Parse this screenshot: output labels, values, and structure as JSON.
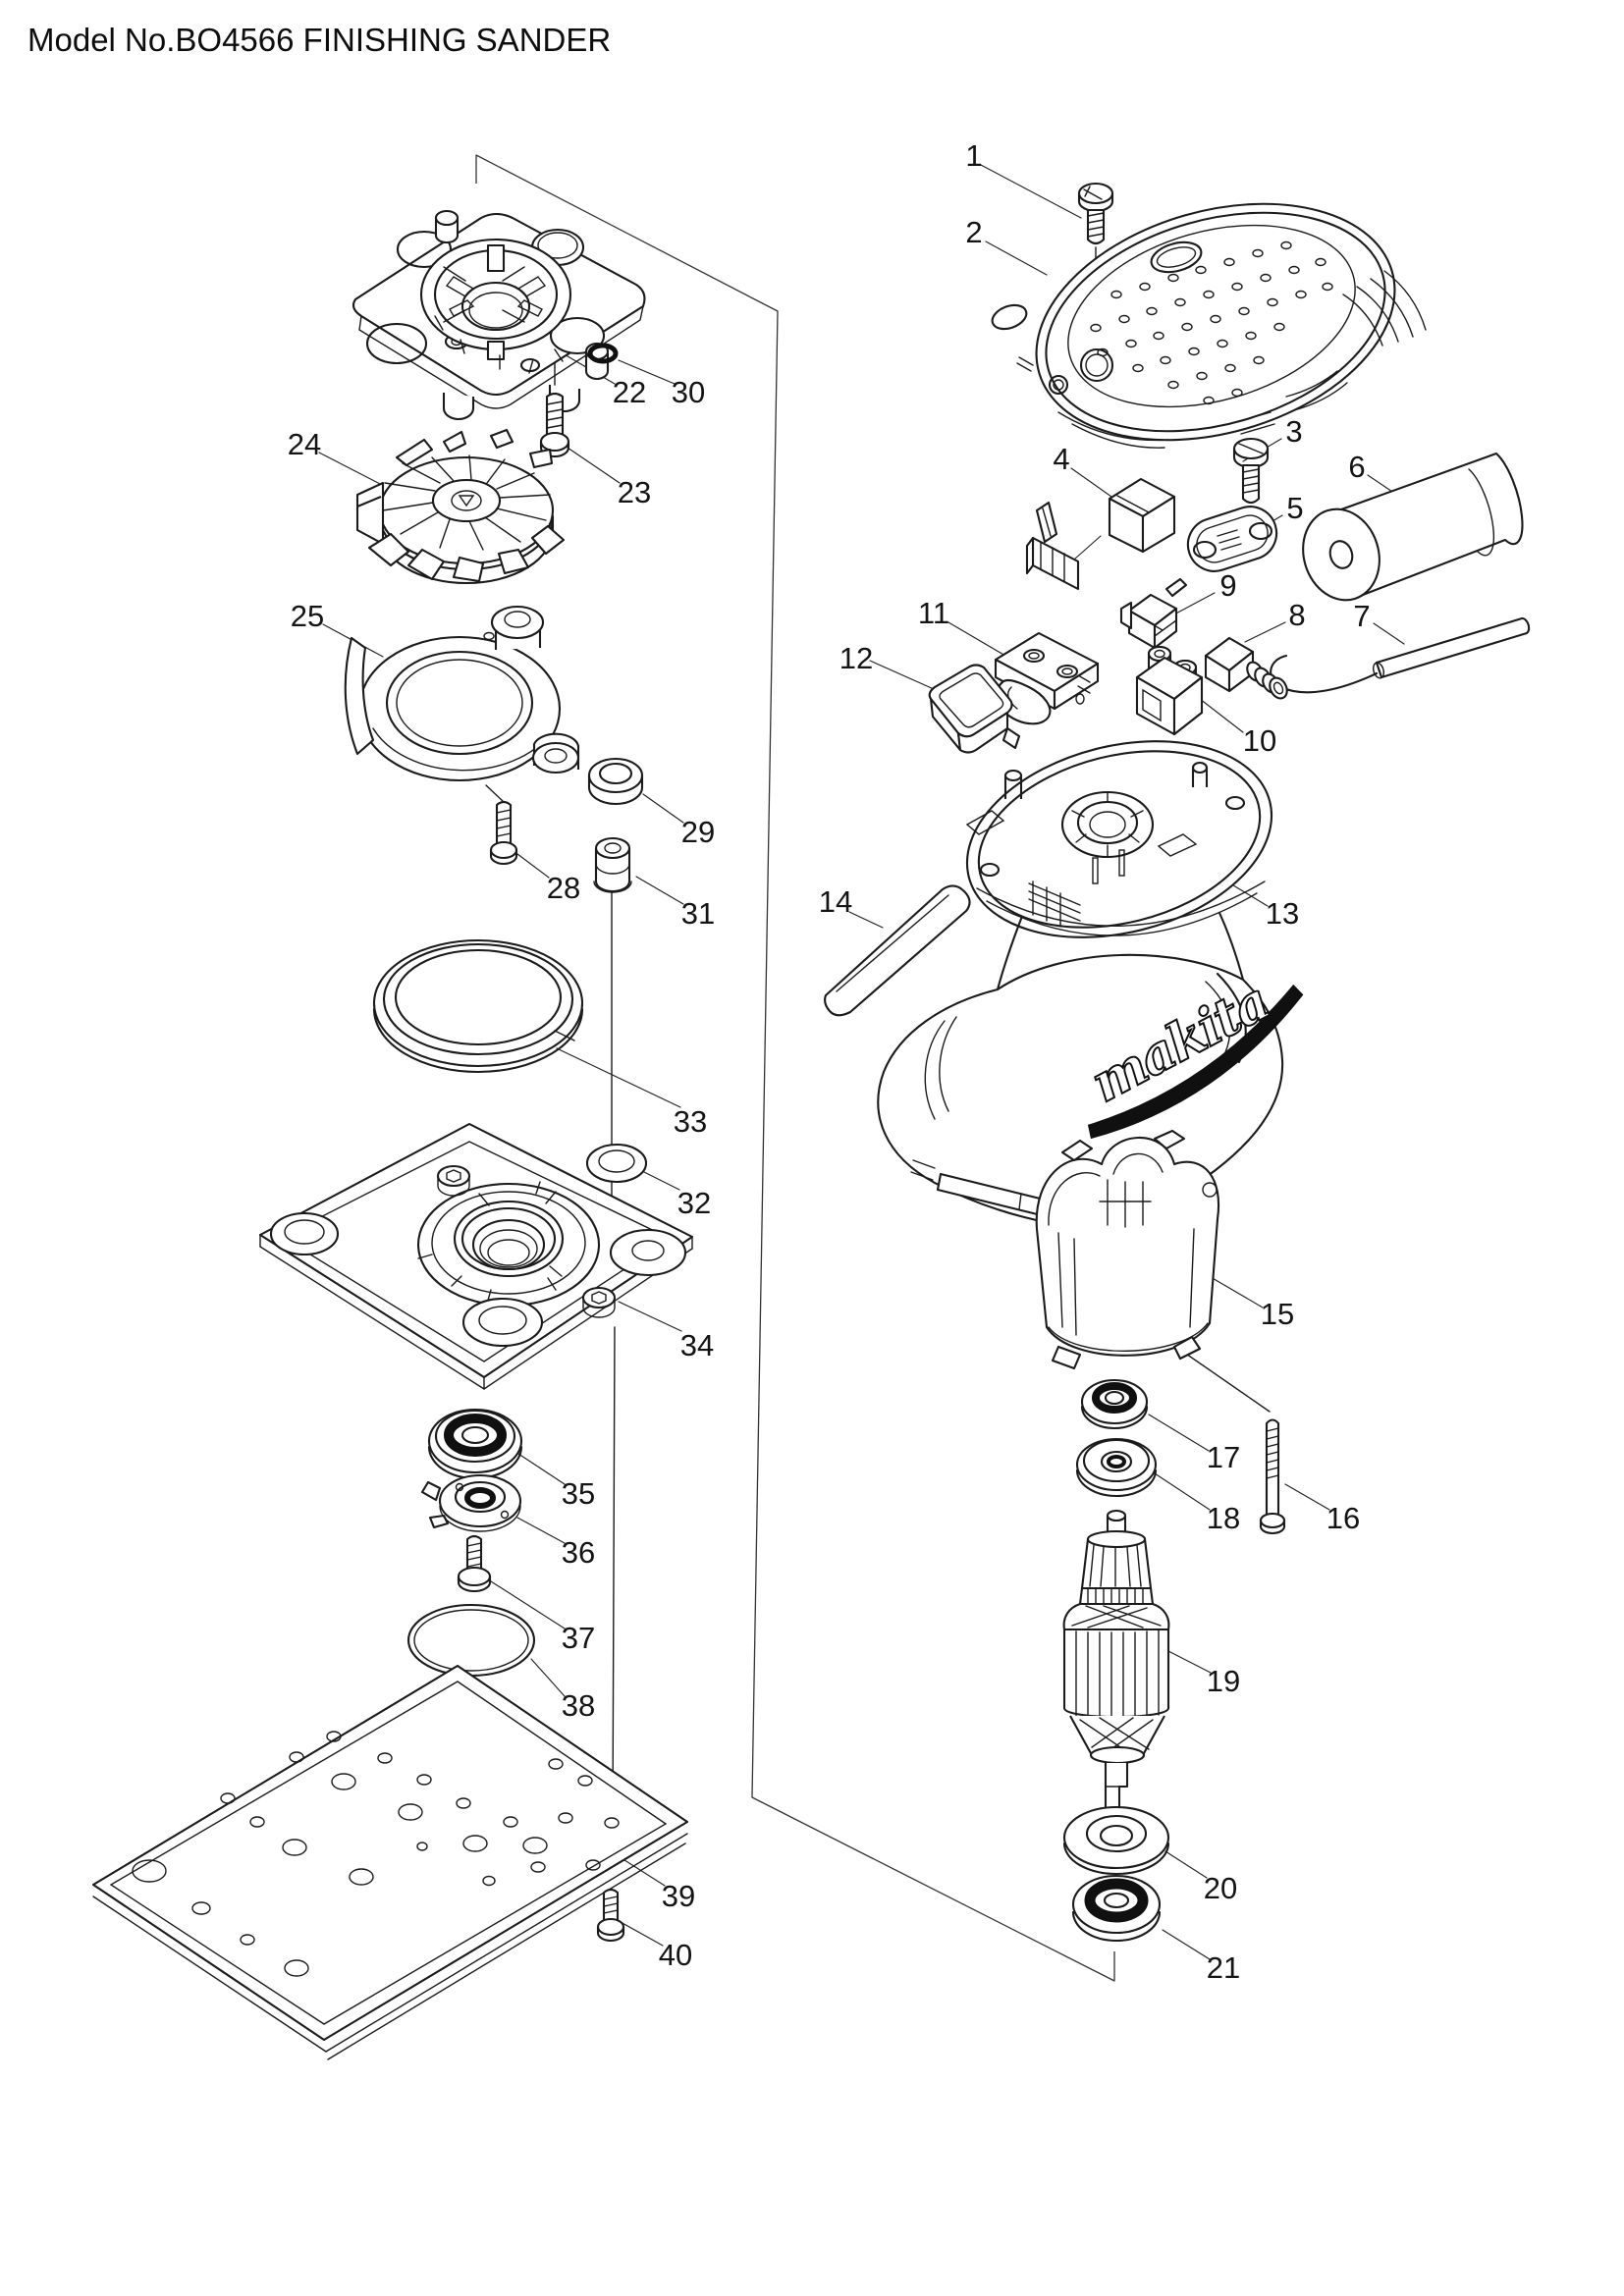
{
  "title": "Model No.BO4566 FINISHING SANDER",
  "brand_logo": "makita",
  "diagram": {
    "kind": "exploded-parts-diagram",
    "model": "BO4566",
    "product": "FINISHING SANDER"
  },
  "labels": {
    "1": "1",
    "2": "2",
    "3": "3",
    "4": "4",
    "5": "5",
    "6": "6",
    "7": "7",
    "8": "8",
    "9": "9",
    "10": "10",
    "11": "11",
    "12": "12",
    "13": "13",
    "14": "14",
    "15": "15",
    "16": "16",
    "17": "17",
    "18": "18",
    "19": "19",
    "20": "20",
    "21": "21",
    "22": "22",
    "23": "23",
    "24": "24",
    "25": "25",
    "28": "28",
    "29": "29",
    "30": "30",
    "31": "31",
    "32": "32",
    "33": "33",
    "34": "34",
    "35": "35",
    "36": "36",
    "37": "37",
    "38": "38",
    "39": "39",
    "40": "40"
  }
}
